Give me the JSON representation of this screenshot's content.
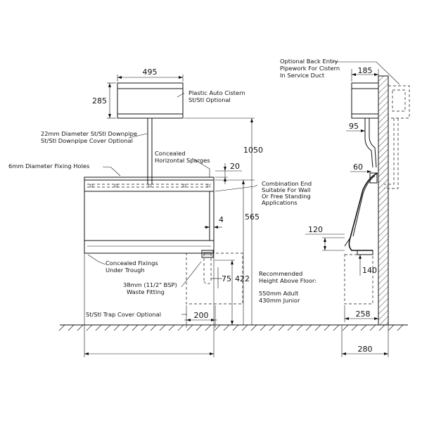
{
  "front_view": {
    "dims": {
      "cistern_width": "495",
      "cistern_height": "285",
      "overall_height": "1050",
      "sparge_drop": "20",
      "trough_height": "565",
      "lip": "4",
      "waste_offset": "75",
      "floor_to_waste": "422",
      "trap_cover_width": "200"
    },
    "notes": {
      "cistern_line1": "Plastic Auto Cistern",
      "cistern_line2": "St/Stl Optional",
      "downpipe_line1": "22mm Diameter St/Stl Downpipe",
      "downpipe_line2": "St/Stl Downpipe Cover Optional",
      "fixing_holes": "6mm Diameter Fixing Holes",
      "sparges_line1": "Concealed",
      "sparges_line2": "Horizontal Sparges",
      "combo_line1": "Combination End",
      "combo_line2": "Suitable For Wall",
      "combo_line3": "Or Free Standing",
      "combo_line4": "Applications",
      "fixings_line1": "Concealed Fixings",
      "fixings_line2": "Under Trough",
      "waste_line1": "38mm (11/2\" BSP)",
      "waste_line2": "Waste Fitting",
      "trap_cover": "St/Stl Trap Cover Optional",
      "height_line1": "Recommended",
      "height_line2": "Height Above Floor:",
      "height_line3": "550mm Adult",
      "height_line4": "430mm Junior"
    }
  },
  "side_view": {
    "dims": {
      "cistern_depth": "185",
      "downpipe_offset": "95",
      "sparge_offset": "60",
      "front_lip": "120",
      "trough_base": "140",
      "trap_depth": "258",
      "overall_depth": "280"
    },
    "notes": {
      "back_entry_line1": "Optional Back Entry",
      "back_entry_line2": "Pipework For Cistern",
      "back_entry_line3": "In Service Duct"
    }
  }
}
